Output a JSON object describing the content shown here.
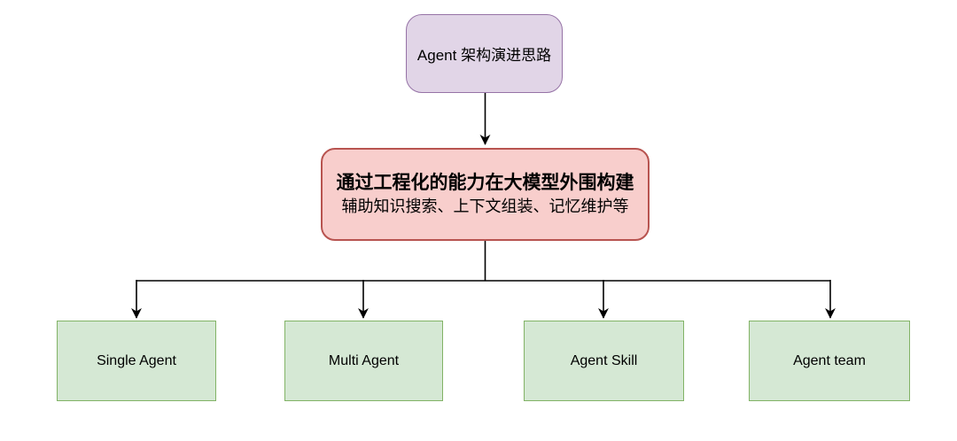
{
  "diagram": {
    "root": {
      "label": "Agent 架构演进思路"
    },
    "middle": {
      "title": "通过工程化的能力在大模型外围构建",
      "subtitle": "辅助知识搜索、上下文组装、记忆维护等"
    },
    "leaves": [
      {
        "label": "Single Agent"
      },
      {
        "label": "Multi Agent"
      },
      {
        "label": "Agent Skill"
      },
      {
        "label": "Agent team"
      }
    ]
  },
  "colors": {
    "background": "#FFFFFF",
    "root_fill": "#E1D5E7",
    "root_border": "#9673A6",
    "middle_fill": "#F8CECC",
    "middle_border": "#B85450",
    "leaf_fill": "#D5E8D4",
    "leaf_border": "#82B366",
    "connector": "#000000"
  }
}
